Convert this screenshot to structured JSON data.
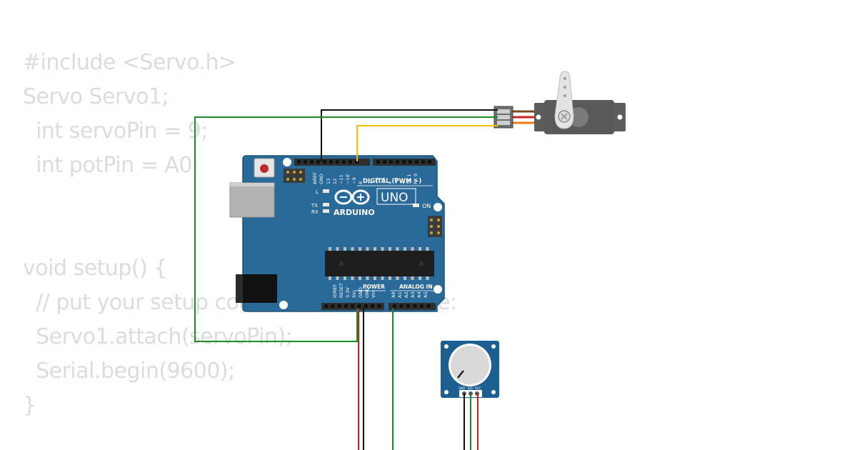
{
  "code": {
    "lines": [
      "#include <Servo.h>",
      "Servo Servo1;",
      "  int servoPin = 9;",
      "  int potPin = A0;",
      "",
      "",
      "void setup() {",
      "  // put your setup code here, to run once:",
      "  Servo1.attach(servoPin);",
      "  Serial.begin(9600);",
      "}"
    ]
  },
  "arduino": {
    "brand": "ARDUINO",
    "model": "UNO",
    "digital_header": "DIGITAL (PWM ~)",
    "power_label": "POWER",
    "analog_label": "ANALOG IN",
    "on_label": "ON",
    "led_l": "L",
    "led_tx": "TX",
    "led_rx": "RX",
    "top_pins": [
      "AREF",
      "GND",
      "13",
      "12",
      "~11",
      "~10",
      "~9",
      "8",
      "7",
      "~6",
      "~5",
      "4",
      "~3",
      "2",
      "TX 1",
      "RX 0"
    ],
    "power_pins": [
      "IOREF",
      "RESET",
      "3.3V",
      "5V",
      "GND",
      "GND",
      "Vin"
    ],
    "analog_pins": [
      "A0",
      "A1",
      "A2",
      "A3",
      "A4",
      "A5"
    ]
  },
  "potentiometer": {
    "pins": [
      "GND",
      "SIG",
      "VCC"
    ]
  },
  "colors": {
    "board": "#2a6a98",
    "wire_black": "#111111",
    "wire_green": "#1f8a2a",
    "wire_yellow": "#f2c200",
    "wire_red": "#d01e1e",
    "servo_body": "#5c5c5c",
    "code_text": "#dcdcdc"
  }
}
